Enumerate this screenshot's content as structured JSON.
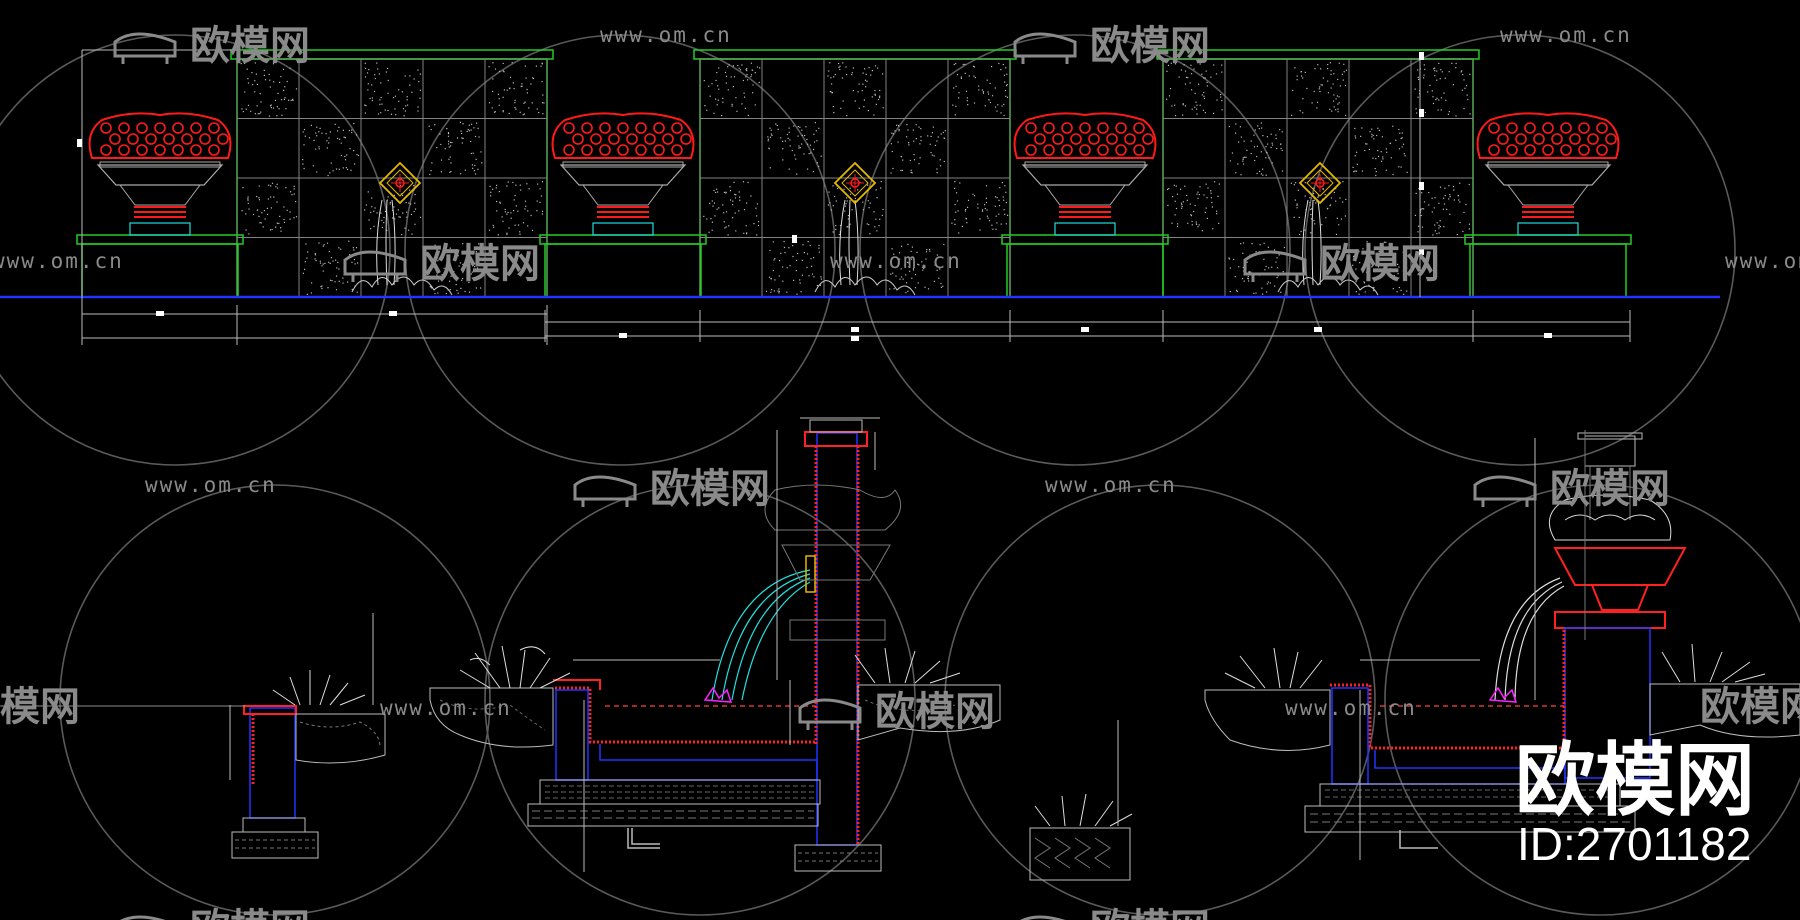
{
  "watermark": {
    "url_text": "www.om.cn",
    "cn_text": "欧模网"
  },
  "brand": {
    "name": "欧模网",
    "id_label": "ID:2701182"
  },
  "colors": {
    "background": "#000000",
    "wall_green": "#22cc22",
    "flower_red": "#ff1a1a",
    "ground_blue": "#2233ff",
    "dim_grey": "#bbbbbb",
    "water_cyan": "#22e0e0",
    "section_red": "#ff2020",
    "accent_magenta": "#ff22ff",
    "ornament_gold": "#e6b800",
    "watermark_grey": "#8a8a8a"
  }
}
